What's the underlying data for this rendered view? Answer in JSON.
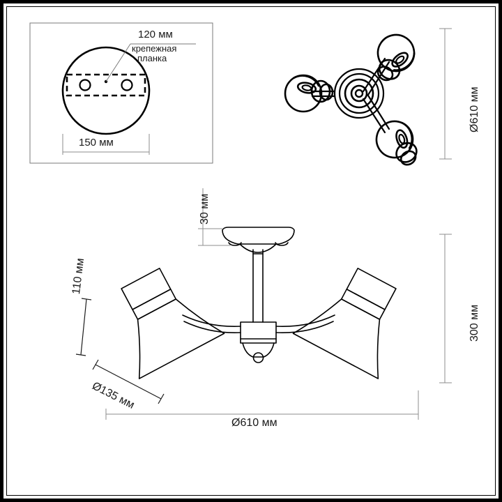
{
  "drawing": {
    "title": "Ceiling lamp technical dimension drawing",
    "background_color": "#ffffff",
    "line_color": "#000000",
    "dim_line_color": "#8c8c8c",
    "text_color": "#1a1a1a"
  },
  "views": {
    "mount_plate_view": {
      "name": "Ceiling mount plate detail",
      "callout_label_line1": "крепежная",
      "callout_label_line2": "планка",
      "dimensions": {
        "plate_length": "120 мм",
        "base_diameter": "150 мм"
      }
    },
    "top_view": {
      "name": "Top view, 3 arms",
      "dimensions": {
        "overall_diameter": "Ø610 мм"
      }
    },
    "front_view": {
      "name": "Front elevation view",
      "dimensions": {
        "canopy_height": "30 мм",
        "shade_height": "110 мм",
        "shade_diameter": "Ø135 мм",
        "total_height": "300 мм",
        "overall_width": "Ø610 мм"
      }
    }
  },
  "labels": {
    "mm_120": "120 мм",
    "mm_150": "150 мм",
    "fixing_plate_1": "крепежная",
    "fixing_plate_2": "планка",
    "dia_610_top": "Ø610 мм",
    "mm_30": "30 мм",
    "mm_110": "110 мм",
    "dia_135": "Ø135 мм",
    "mm_300": "300 мм",
    "dia_610_bottom": "Ø610 мм"
  }
}
